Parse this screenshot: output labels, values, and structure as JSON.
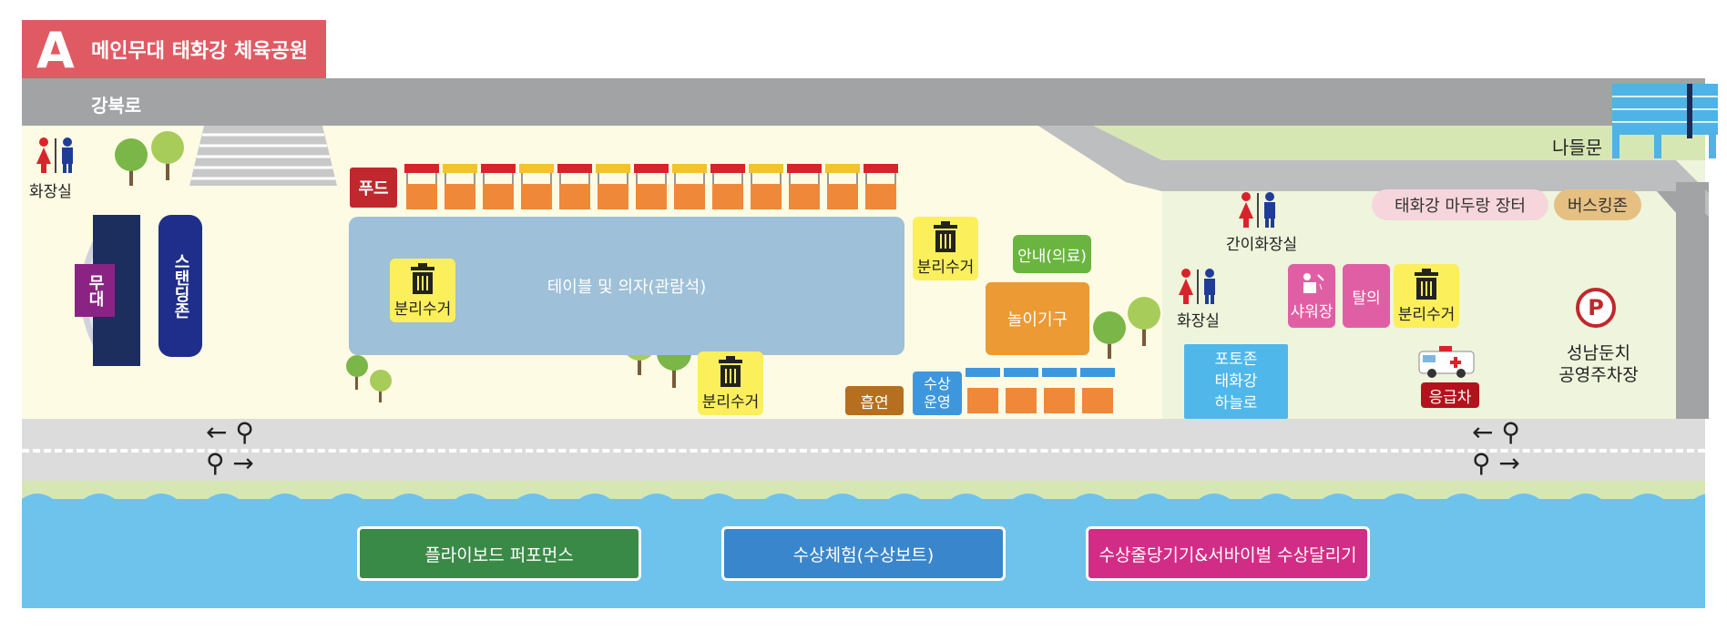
{
  "zone": {
    "letter": "A",
    "title": "메인무대 태화강 체육공원"
  },
  "road": {
    "name": "강북로"
  },
  "gate": {
    "label": "나들문"
  },
  "restrooms": {
    "left": "화장실",
    "temp": "간이화장실",
    "right": "화장실"
  },
  "stage": {
    "main": "무대",
    "standing": "스탠딩존"
  },
  "food": {
    "label": "푸드",
    "stall_count": 13
  },
  "seating": {
    "label": "테이블 및 의자(관람석)"
  },
  "recycle": {
    "label": "분리수거"
  },
  "info": {
    "label": "안내(의료)"
  },
  "play": {
    "label": "놀이기구"
  },
  "smoking": {
    "label": "흡연"
  },
  "water_ops": {
    "label": "수상운영"
  },
  "photo_zone": {
    "line1": "포토존",
    "line2": "태화강",
    "line3": "하늘로"
  },
  "shower": {
    "label": "샤워장"
  },
  "changing": {
    "label": "탈의"
  },
  "ambulance": {
    "label": "응급차"
  },
  "market": {
    "label": "태화강 마두랑 장터"
  },
  "busking": {
    "label": "버스킹존"
  },
  "parking": {
    "icon_letter": "P",
    "line1": "성남둔치",
    "line2": "공영주차장"
  },
  "programs": [
    {
      "label": "플라이보드 퍼포먼스",
      "color": "#3a8a47"
    },
    {
      "label": "수상체험(수상보트)",
      "color": "#3986cc"
    },
    {
      "label": "수상줄당기기&서바이벌 수상달리기",
      "color": "#d22d86"
    }
  ],
  "colors": {
    "title": "#e05a63",
    "road": "#a2a3a5",
    "water": "#6ec3ec",
    "recycle": "#fbef5c"
  }
}
